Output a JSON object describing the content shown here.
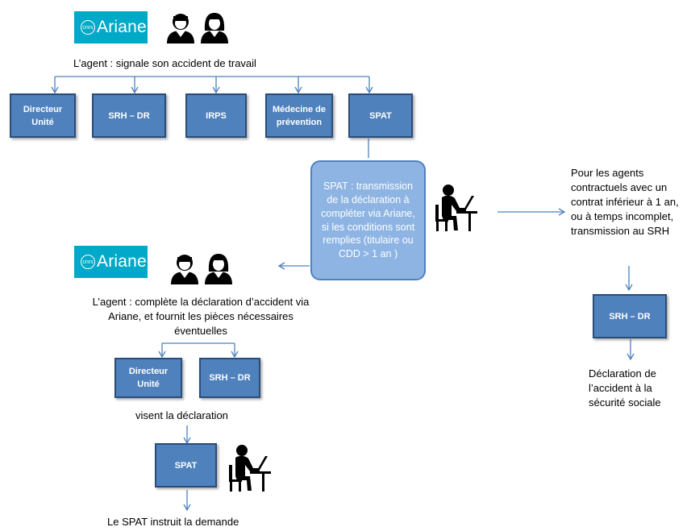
{
  "logos": {
    "top": {
      "brand": "Ariane",
      "badge": "cnrs"
    },
    "mid": {
      "brand": "Ariane",
      "badge": "cnrs"
    }
  },
  "icons": [
    "agents-icon",
    "agents-icon",
    "worker-at-desk-icon",
    "worker-at-desk-icon"
  ],
  "texts": {
    "agent_signal": "L’agent : signale son accident de travail",
    "agent_complete": "L’agent : complète la déclaration d’accident via Ariane, et fournit les pièces nécessaires éventuelles",
    "visent": "visent la déclaration",
    "spat_instruit": "Le SPAT instruit la demande",
    "contractuels": "Pour les agents contractuels avec un contrat inférieur à 1 an, ou à temps incomplet, transmission au SRH",
    "declaration_secu": "Déclaration de l’accident à la sécurité sociale"
  },
  "boxes": {
    "directeur_top": "Directeur Unité",
    "srh_top": "SRH – DR",
    "irps": "IRPS",
    "medecine": "Médecine de prévention",
    "spat_top": "SPAT",
    "srh_right": "SRH – DR",
    "directeur_mid": "Directeur Unité",
    "srh_mid": "SRH – DR",
    "spat_bottom": "SPAT"
  },
  "spat_bubble": "SPAT : transmission de la déclaration à compléter via Ariane, si les conditions sont remplies (titulaire ou CDD > 1 an )",
  "colors": {
    "box_fill": "#4f81bd",
    "box_border": "#2a4d78",
    "bubble_fill": "#8eb4e3",
    "connector": "#4f81bd",
    "logo_bg": "#00a9c7"
  }
}
